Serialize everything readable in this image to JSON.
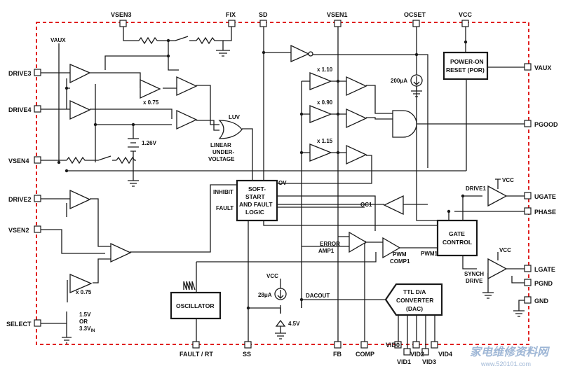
{
  "pins": {
    "top": [
      "VSEN3",
      "FIX",
      "SD",
      "VSEN1",
      "OCSET",
      "VCC"
    ],
    "left": [
      "DRIVE3",
      "DRIVE4",
      "VSEN4",
      "DRIVE2",
      "VSEN2",
      "SELECT"
    ],
    "right": [
      "VAUX",
      "PGOOD",
      "UGATE",
      "PHASE",
      "LGATE",
      "PGND",
      "GND"
    ],
    "bottom": [
      "FAULT / RT",
      "SS",
      "FB",
      "COMP",
      "VID0",
      "VID1",
      "VID2",
      "VID3",
      "VID4"
    ]
  },
  "labels": {
    "vaux_left": "VAUX",
    "x075_a": "x 0.75",
    "x075_b": "x 0.75",
    "x110": "x 1.10",
    "x090": "x 0.90",
    "x115": "x 1.15",
    "ref126": "1.26V",
    "select_opt1": "1.5V",
    "select_opt2": "OR",
    "select_opt3": "3.3V",
    "select_opt3_sub": "IN",
    "luv": "LUV",
    "linear_uv_1": "LINEAR",
    "linear_uv_2": "UNDER-",
    "linear_uv_3": "VOLTAGE",
    "soft_1": "SOFT-",
    "soft_2": "START",
    "soft_3": "AND FAULT",
    "soft_4": "LOGIC",
    "inhibit": "INHIBIT",
    "fault": "FAULT",
    "ov": "OV",
    "oc1": "OC1",
    "i200": "200μA",
    "por_1": "POWER-ON",
    "por_2": "RESET (POR)",
    "drive1": "DRIVE1",
    "vcc_drive1": "VCC",
    "vcc_synch": "VCC",
    "gate_1": "GATE",
    "gate_2": "CONTROL",
    "pwm1": "PWM1",
    "synch_1": "SYNCH",
    "synch_2": "DRIVE",
    "error_amp_1": "ERROR",
    "error_amp_2": "AMP1",
    "pwm_comp_1": "PWM",
    "pwm_comp_2": "COMP1",
    "vcc_ss": "VCC",
    "i28": "28μA",
    "z45": "4.5V",
    "oscillator": "OSCILLATOR",
    "dacout": "DACOUT",
    "dac_1": "TTL D/A",
    "dac_2": "CONVERTER",
    "dac_3": "(DAC)",
    "watermark": "家电维修资料网",
    "watermark_url": "www.520101.com"
  },
  "colors": {
    "border": "#e02020",
    "wire": "#1a1a1a",
    "watermark": "#9fb7d6"
  }
}
